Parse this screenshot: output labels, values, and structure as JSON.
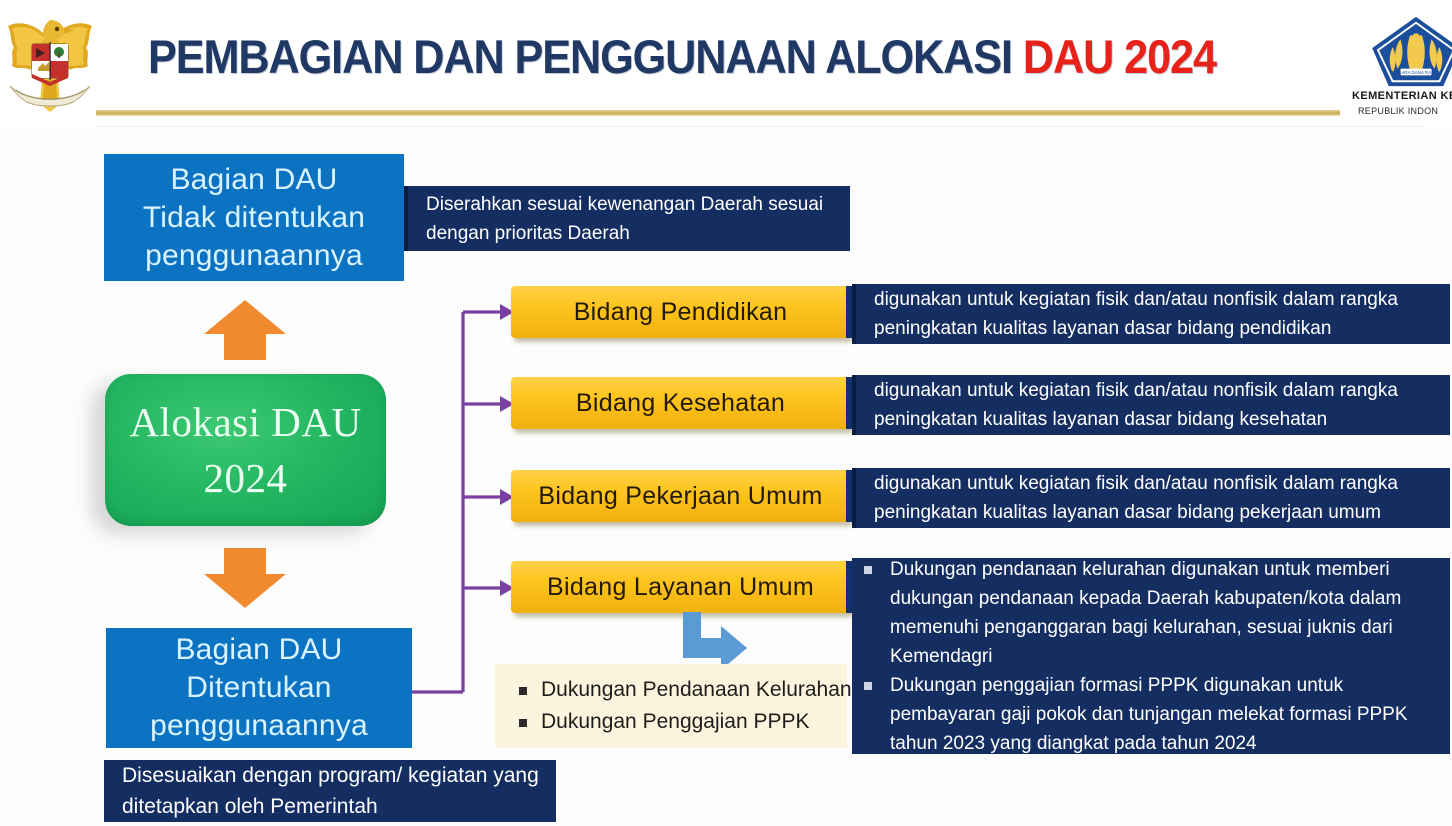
{
  "header": {
    "title_main": "PEMBAGIAN DAN PENGGUNAAN ALOKASI ",
    "title_accent": "DAU 2024",
    "left_emblem": "garuda-pancasila-emblem",
    "right_logo_name": "kementerian-keuangan-logo",
    "right_logo_line1": "KEMENTERIAN KEUA",
    "right_logo_line2": "REPUBLIK INDON",
    "accent_color": "#e8211a",
    "title_color": "#1f3864",
    "rule_color": "#c8a955"
  },
  "diagram": {
    "center": {
      "line1": "Alokasi DAU",
      "line2": "2024",
      "color": "#21b35f"
    },
    "top_branch": {
      "box_line1": "Bagian DAU",
      "box_line2": "Tidak ditentukan",
      "box_line3": "penggunaannya",
      "box_color": "#0c73c2",
      "note": "Diserahkan sesuai kewenangan Daerah sesuai dengan prioritas Daerah",
      "arrow": "up-arrow",
      "arrow_color": "#f28b30"
    },
    "bottom_branch": {
      "box_line1": "Bagian DAU",
      "box_line2": "Ditentukan",
      "box_line3": "penggunaannya",
      "box_color": "#0c73c2",
      "note": "Disesuaikan dengan program/ kegiatan yang ditetapkan oleh Pemerintah",
      "arrow": "down-arrow",
      "arrow_color": "#f28b30"
    },
    "connector_color": "#7b3fa0",
    "fields": [
      {
        "label": "Bidang Pendidikan",
        "description": "digunakan untuk kegiatan fisik dan/atau nonfisik dalam rangka peningkatan kualitas layanan dasar bidang pendidikan"
      },
      {
        "label": "Bidang Kesehatan",
        "description": "digunakan untuk kegiatan fisik dan/atau nonfisik dalam rangka peningkatan kualitas layanan dasar bidang kesehatan"
      },
      {
        "label": "Bidang Pekerjaan Umum",
        "description": "digunakan untuk kegiatan fisik dan/atau nonfisik dalam rangka peningkatan kualitas layanan dasar bidang pekerjaan umum"
      },
      {
        "label": "Bidang Layanan Umum",
        "description": ""
      }
    ],
    "layanan_umum": {
      "items": [
        "Dukungan  Pendanaan Kelurahan",
        "Dukungan  Penggajian PPPK"
      ],
      "elbow_arrow": "elbow-down-arrow",
      "elbow_color": "#5b9bd5",
      "details": [
        "Dukungan pendanaan kelurahan digunakan untuk memberi dukungan pendanaan kepada Daerah kabupaten/kota dalam memenuhi penganggaran bagi kelurahan, sesuai juknis dari Kemendagri",
        "Dukungan penggajian formasi PPPK digunakan untuk pembayaran gaji pokok dan tunjangan melekat formasi PPPK tahun 2023 yang diangkat pada tahun 2024"
      ]
    }
  }
}
